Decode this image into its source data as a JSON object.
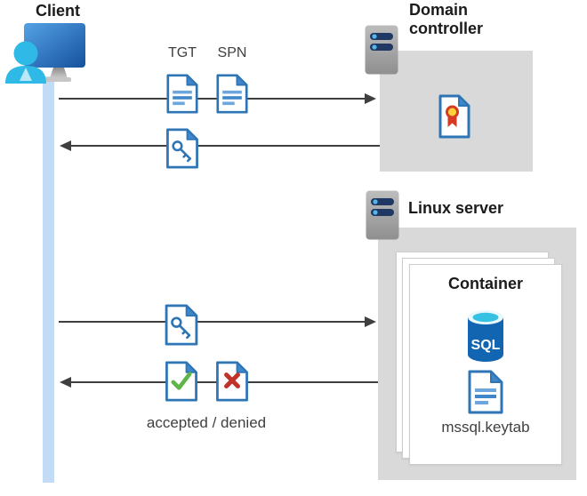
{
  "diagram": {
    "client": {
      "label": "Client"
    },
    "domain_controller": {
      "label": "Domain controller"
    },
    "linux_server": {
      "label": "Linux server"
    },
    "container": {
      "label": "Container",
      "sql_label": "SQL",
      "keytab_label": "mssql.keytab"
    },
    "flow": {
      "tgt_label": "TGT",
      "spn_label": "SPN",
      "result_label": "accepted / denied"
    },
    "icons": {
      "client": "person-at-computer-icon",
      "domain_controller": "server-icon",
      "linux_server": "server-icon",
      "tgt": "document-icon",
      "spn": "document-icon",
      "service_ticket": "key-document-icon",
      "certificate": "certificate-document-icon",
      "sql": "sql-database-icon",
      "accepted": "check-document-icon",
      "denied": "cross-document-icon"
    },
    "colors": {
      "doc_blue": "#2e75b6",
      "doc_fold_blue": "#3f87c9",
      "doc_line_blue": "#6ca6dd",
      "doc_line_blue_dark": "#3f87c9",
      "box_gray": "#d9d9d9",
      "lifeline_blue": "#c3dcf5",
      "arrow_gray": "#3f3f3f",
      "check_green": "#5fb648",
      "cross_red": "#bf3328",
      "sql_blue": "#1266b1",
      "sql_cyan": "#35c1e1",
      "person_cyan": "#2eb9e7",
      "person_collar": "#b9e8f8",
      "server_navy": "#1f3864",
      "server_dot_blue": "#55b6e8",
      "cert_yellow": "#ffd23b",
      "cert_red": "#d63a22",
      "text_dark": "#1b1b1b",
      "text_gray": "#3f3f3f"
    }
  }
}
